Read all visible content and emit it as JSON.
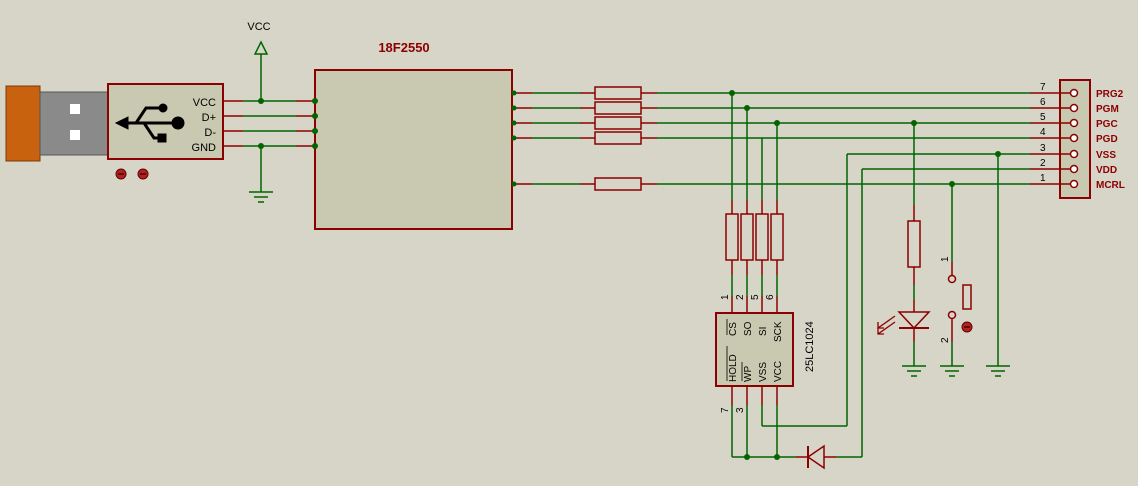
{
  "colors": {
    "background": "#d6d5c8",
    "wire": "#006400",
    "component": "#8b0000",
    "body_fill": "#c9c8b0",
    "usb_plug": "#c8620f"
  },
  "usb": {
    "pins": [
      "VCC",
      "D+",
      "D-",
      "GND"
    ],
    "icon": "usb-trident-icon"
  },
  "power": {
    "vcc_label": "VCC"
  },
  "mcu": {
    "name": "18F2550"
  },
  "connector": {
    "pins": [
      {
        "num": "7",
        "label": "PRG2"
      },
      {
        "num": "6",
        "label": "PGM"
      },
      {
        "num": "5",
        "label": "PGC"
      },
      {
        "num": "4",
        "label": "PGD"
      },
      {
        "num": "3",
        "label": "VSS"
      },
      {
        "num": "2",
        "label": "VDD"
      },
      {
        "num": "1",
        "label": "MCRL"
      }
    ]
  },
  "eeprom": {
    "name": "25LC1024",
    "top_pins": [
      {
        "num": "1",
        "label": "CS"
      },
      {
        "num": "2",
        "label": "SO"
      },
      {
        "num": "5",
        "label": "SI"
      },
      {
        "num": "6",
        "label": "SCK"
      }
    ],
    "bottom_pins": [
      {
        "num": "7",
        "label": "HOLD"
      },
      {
        "num": "3",
        "label": "WP"
      },
      {
        "label": "VSS"
      },
      {
        "label": "VCC"
      }
    ]
  },
  "switch": {
    "pin1": "1",
    "pin2": "2"
  }
}
